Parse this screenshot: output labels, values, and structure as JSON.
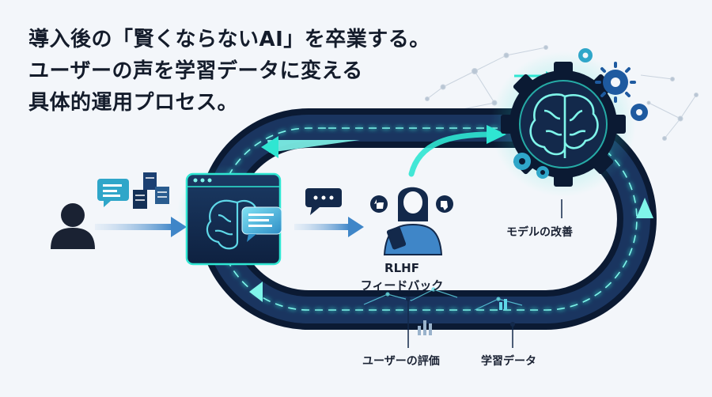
{
  "headline": {
    "line1": "導入後の「賢くならないAI」を卒業する。",
    "line2": "ユーザーの声を学習データに変える",
    "line3": "具体的運用プロセス。"
  },
  "labels": {
    "model_improvement": "モデルの改善",
    "rlhf_line1": "RLHF",
    "rlhf_line2": "フィードバック",
    "user_evaluation": "ユーザーの評価",
    "training_data": "学習データ"
  },
  "colors": {
    "background": "#f3f6fa",
    "navy": "#13294b",
    "deep_navy": "#0b1a33",
    "accent_cyan": "#2fe6d2",
    "accent_blue": "#3f86c8",
    "text": "#141c2b"
  }
}
